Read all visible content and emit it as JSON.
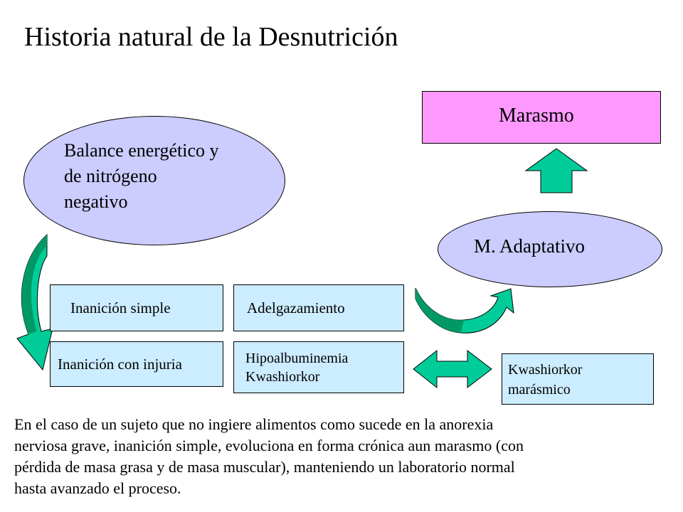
{
  "title": "Historia natural de la Desnutrición",
  "nodes": {
    "marasmo": "Marasmo",
    "balance": [
      "Balance energético y",
      "de nitrógeno",
      "negativo"
    ],
    "adaptativo": "M. Adaptativo",
    "inanicion_simple": "Inanición simple",
    "adelgazamiento": "Adelgazamiento",
    "inanicion_injuria": "Inanición con injuria",
    "hipoalbuminemia": [
      "Hipoalbuminemia",
      "Kwashiorkor"
    ],
    "kwashiorkor_marasmico": [
      "Kwashiorkor",
      "marásmico"
    ]
  },
  "paragraph": [
    "En el caso de un sujeto que no ingiere alimentos como sucede en la anorexia",
    "nerviosa grave, inanición simple, evoluciona en forma crónica aun marasmo (con",
    "pérdida de masa grasa y de masa muscular), manteniendo un laboratorio normal",
    "hasta avanzado el proceso."
  ],
  "colors": {
    "marasmo_fill": "#ff99ff",
    "ellipse_fill": "#ccccff",
    "box_fill": "#ccecff",
    "arrow_fill": "#00cc99",
    "arrow_dark": "#009966"
  }
}
